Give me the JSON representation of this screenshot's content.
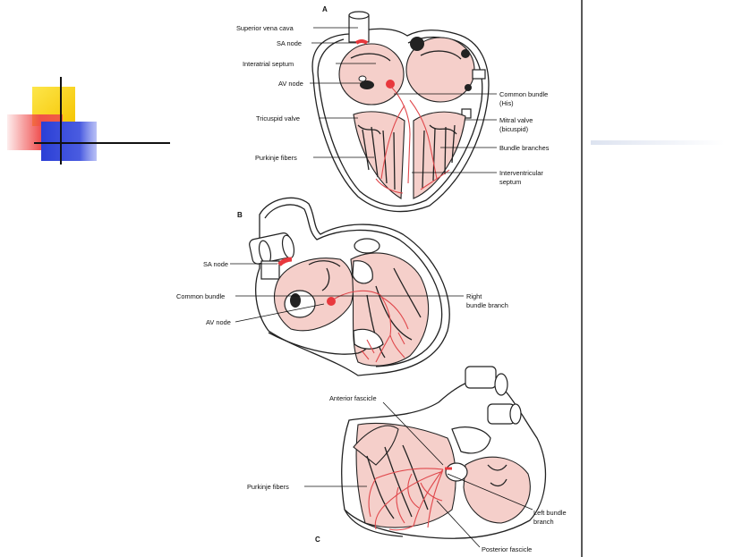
{
  "panels": {
    "a": {
      "letter": "A",
      "labels": {
        "superior_vena_cava": "Superior vena cava",
        "sa_node": "SA node",
        "interatrial_septum": "Interatrial septum",
        "av_node": "AV node",
        "tricuspid_valve": "Tricuspid valve",
        "purkinje_fibers": "Purkinje fibers",
        "common_bundle_1": "Common bundle",
        "common_bundle_2": "(His)",
        "mitral_valve_1": "Mitral valve",
        "mitral_valve_2": "(bicuspid)",
        "bundle_branches": "Bundle branches",
        "interventricular_1": "Interventricular",
        "interventricular_2": "septum"
      }
    },
    "b": {
      "letter": "B",
      "labels": {
        "sa_node": "SA node",
        "common_bundle": "Common bundle",
        "av_node": "AV node",
        "right_bundle_1": "Right",
        "right_bundle_2": "bundle branch"
      }
    },
    "c": {
      "letter": "C",
      "labels": {
        "anterior_fascicle": "Anterior fascicle",
        "purkinje_fibers": "Purkinje fibers",
        "left_bundle_1": "Left bundle",
        "left_bundle_2": "branch",
        "posterior_fascicle": "Posterior fascicle"
      }
    }
  },
  "colors": {
    "tissue_pink": "#f5cfca",
    "conduction_red": "#e8383d",
    "deco_yellow": "#f9d316",
    "deco_red": "#ef4a4a",
    "deco_blue": "#2b3fd6"
  }
}
